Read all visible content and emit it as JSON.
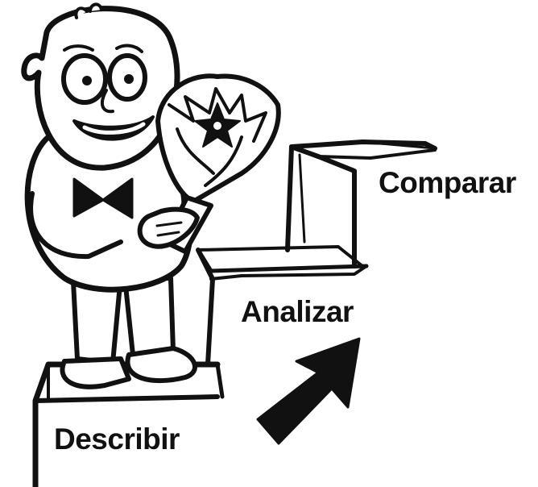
{
  "steps": [
    {
      "label": "Describir"
    },
    {
      "label": "Analizar"
    },
    {
      "label": "Comparar"
    }
  ],
  "colors": {
    "ink": "#111111",
    "paper": "#ffffff"
  },
  "icons": [
    "cartoon-man-icon",
    "flower-bouquet-icon",
    "up-right-arrow-icon",
    "staircase-icon"
  ]
}
